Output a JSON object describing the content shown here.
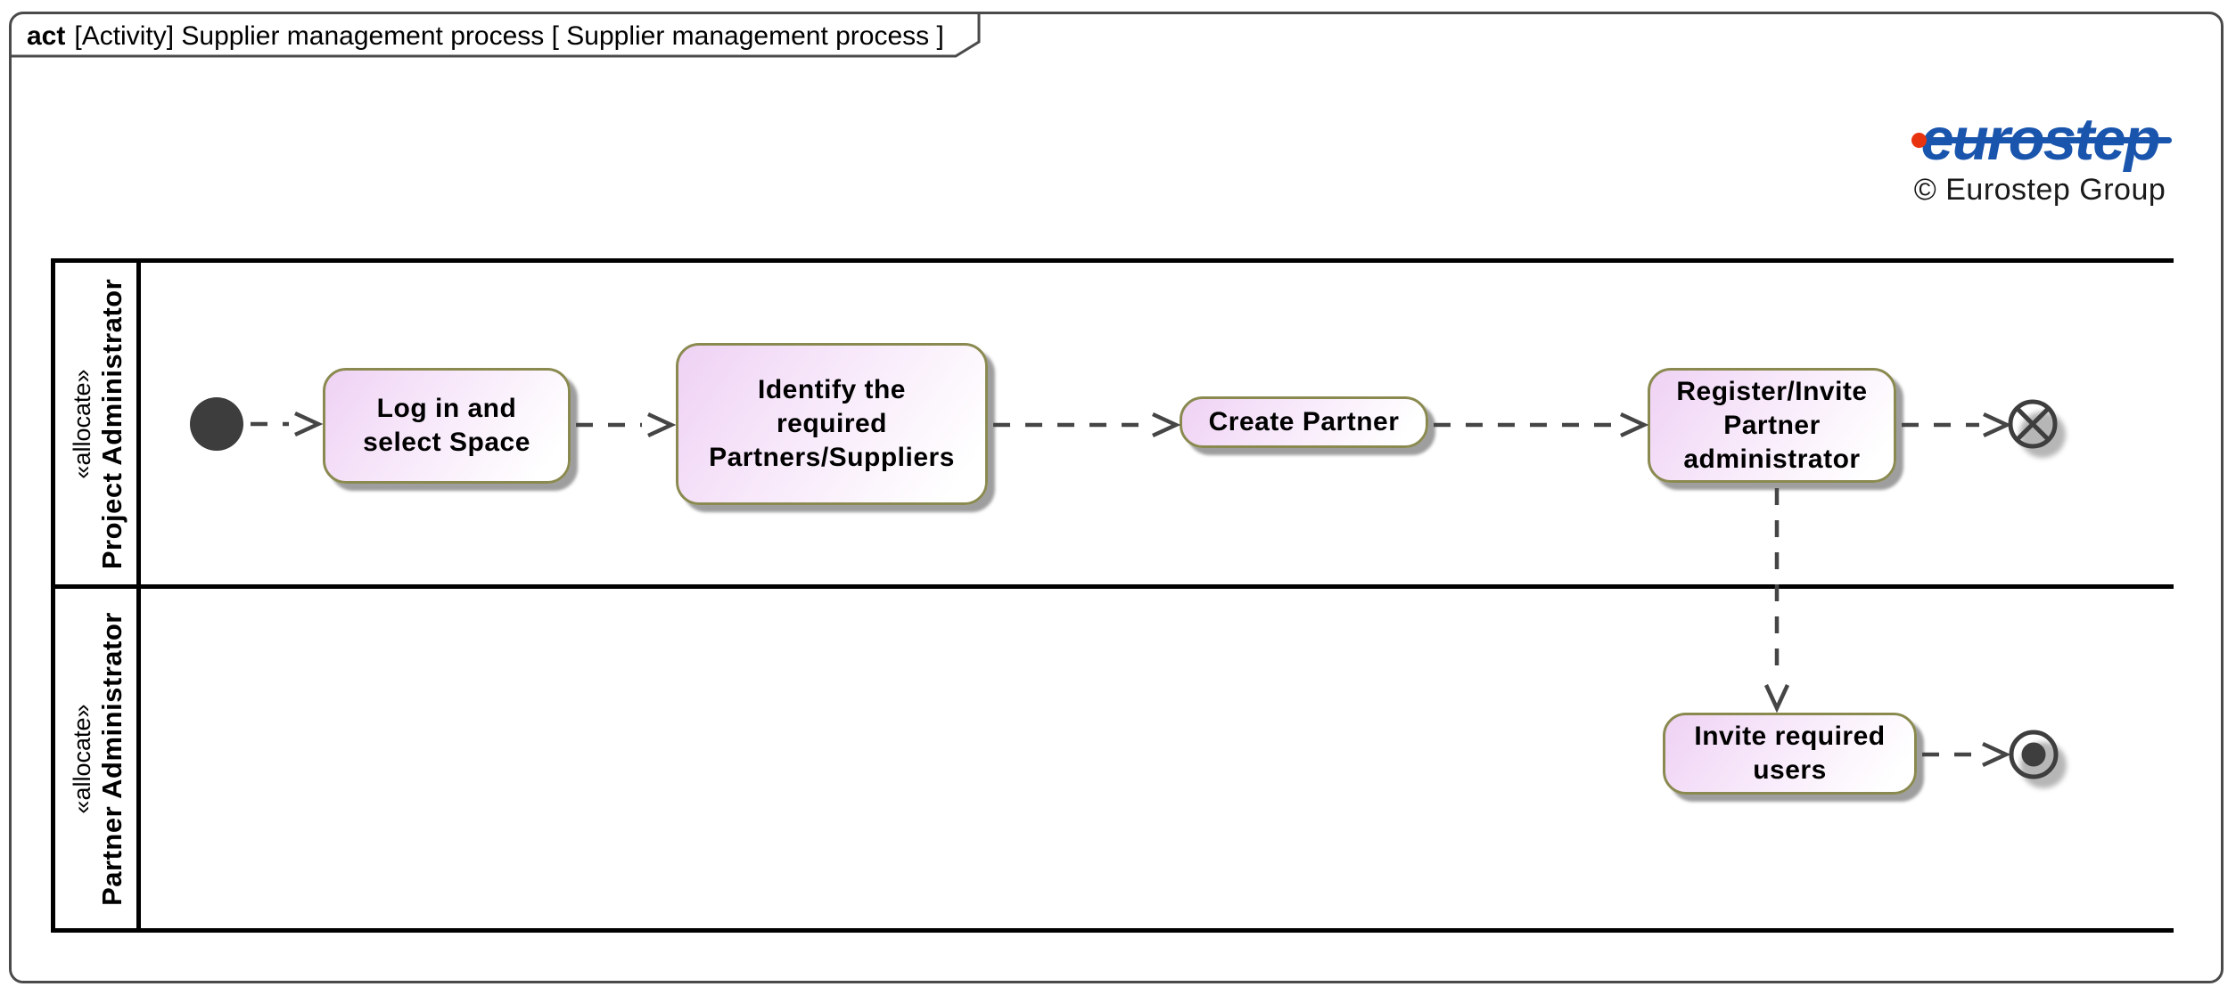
{
  "diagram": {
    "frame_title": {
      "keyword": "act",
      "body": "[Activity] Supplier management process [ Supplier management process ]"
    },
    "branding": {
      "logo_text": "eurostep",
      "copyright": "© Eurostep Group"
    },
    "lanes": [
      {
        "stereotype": "«allocate»",
        "name": "Project Administrator"
      },
      {
        "stereotype": "«allocate»",
        "name": "Partner Administrator"
      }
    ],
    "actions": [
      {
        "label": "Log in and\nselect Space"
      },
      {
        "label": "Identify the\nrequired\nPartners/Suppliers"
      },
      {
        "label": "Create Partner"
      },
      {
        "label": "Register/Invite\nPartner\nadministrator"
      },
      {
        "label": "Invite required\nusers"
      }
    ],
    "control_nodes": [
      {
        "type": "initial",
        "icon": "initial-node-icon"
      },
      {
        "type": "flow-final",
        "icon": "flow-final-icon"
      },
      {
        "type": "activity-final",
        "icon": "activity-final-icon"
      }
    ],
    "colors": {
      "action_border": "#8A8A50",
      "action_fill": "#EFD2F4",
      "edge": "#454545",
      "lane_border": "#000000",
      "frame_border": "#4A4A4A",
      "logo_blue": "#1A55AD",
      "logo_red": "#E8330F"
    }
  }
}
